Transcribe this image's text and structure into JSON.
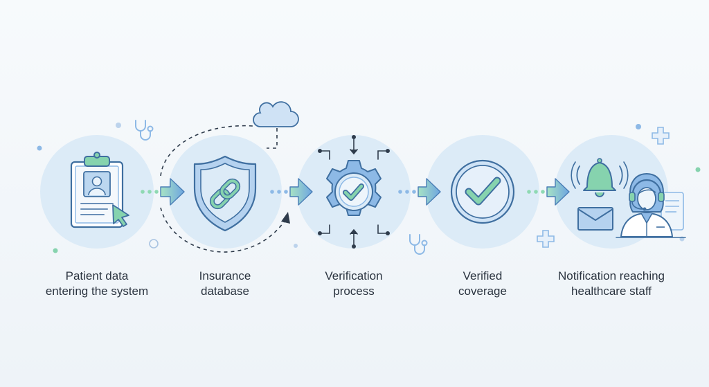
{
  "steps": [
    {
      "line1": "Patient data",
      "line2": "entering the system",
      "icon": "clipboard-patient-icon"
    },
    {
      "line1": "Insurance",
      "line2": "database",
      "icon": "shield-link-icon"
    },
    {
      "line1": "Verification",
      "line2": "process",
      "icon": "gear-check-icon"
    },
    {
      "line1": "Verified",
      "line2": "coverage",
      "icon": "checkmark-circle-icon"
    },
    {
      "line1": "Notification reaching",
      "line2": "healthcare staff",
      "icon": "staff-notification-icon"
    }
  ],
  "colors": {
    "circle": "#dcebf7",
    "stroke": "#3f6fa0",
    "blue": "#8db9e6",
    "green": "#86d3ae",
    "arrow_green": "#8fd9b3",
    "arrow_blue": "#6ea5e0"
  }
}
